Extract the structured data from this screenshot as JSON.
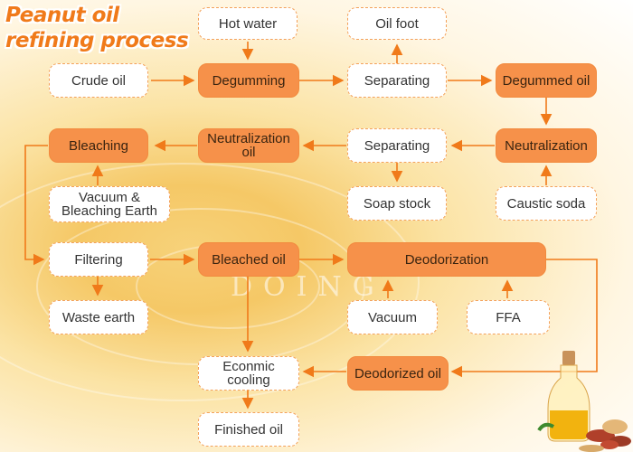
{
  "title": {
    "line1": "Peanut oil",
    "line2": "refining process"
  },
  "watermark": "DOING",
  "nodes": {
    "hot_water": "Hot water",
    "oil_foot": "Oil foot",
    "crude_oil": "Crude oil",
    "degumming": "Degumming",
    "separating_1": "Separating",
    "degummed_oil": "Degummed oil",
    "bleaching": "Bleaching",
    "neutralization_oil": {
      "line1": "Neutralization",
      "line2": "oil"
    },
    "separating_2": "Separating",
    "neutralization": "Neutralization",
    "vacuum_bleaching_earth": {
      "line1": "Vacuum &",
      "line2": "Bleaching Earth"
    },
    "soap_stock": "Soap stock",
    "caustic_soda": "Caustic soda",
    "filtering": "Filtering",
    "bleached_oil": "Bleached oil",
    "deodorization": "Deodorization",
    "waste_earth": "Waste earth",
    "vacuum": "Vacuum",
    "ffa": "FFA",
    "econmic_cooling": {
      "line1": "Econmic",
      "line2": "cooling"
    },
    "deodorized_oil": "Deodorized oil",
    "finished_oil": "Finished oil"
  },
  "colors": {
    "accent": "#f6914a",
    "arrow": "#f07a1a",
    "dashed_border": "#f3a15a",
    "title": "#f07a1a"
  }
}
